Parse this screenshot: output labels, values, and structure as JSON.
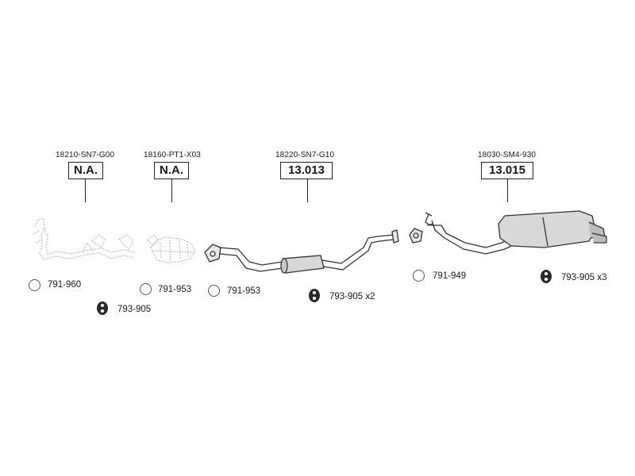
{
  "sections": [
    {
      "oem": "18210-SN7-G00",
      "code": "N.A.",
      "status": "not-available"
    },
    {
      "oem": "18160-PT1-X03",
      "code": "N.A.",
      "status": "not-available"
    },
    {
      "oem": "18220-SN7-G10",
      "code": "13.013",
      "status": "available"
    },
    {
      "oem": "18030-SM4-930",
      "code": "13.015",
      "status": "available"
    }
  ],
  "accessories": {
    "clamp_1": "791-960",
    "clamp_2": "791-953",
    "clamp_3": "791-953",
    "clamp_4": "791-949",
    "hanger_1": "793-905",
    "hanger_2": "793-905 x2",
    "hanger_3": "793-905 x3"
  },
  "icons": {
    "clamp": "ring-clamp-icon",
    "hanger": "rubber-hanger-icon"
  },
  "colors": {
    "line": "#222222",
    "part_fill": "#d8d8d8",
    "ghost_part": "#b5b5b5"
  }
}
